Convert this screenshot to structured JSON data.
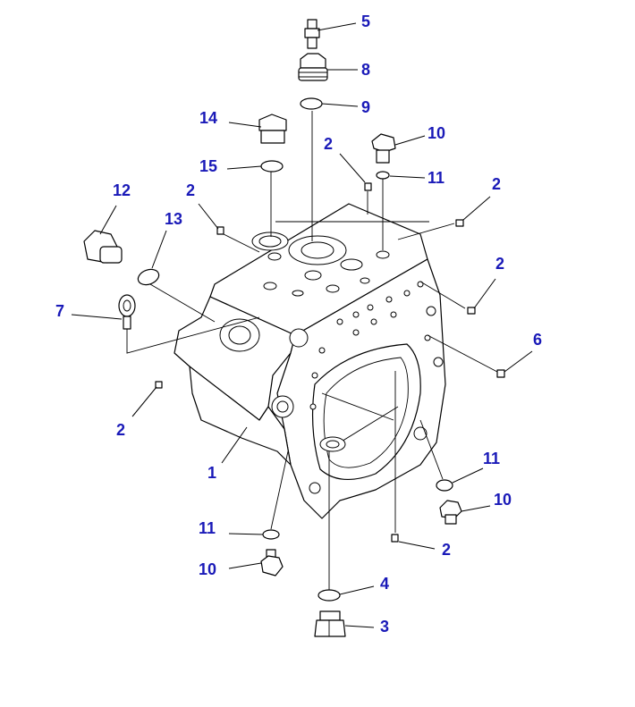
{
  "callouts": {
    "c5": "5",
    "c8": "8",
    "c9": "9",
    "c14": "14",
    "c10a": "10",
    "c2a": "2",
    "c15": "15",
    "c11a": "11",
    "c12": "12",
    "c2b": "2",
    "c2c": "2",
    "c13": "13",
    "c2d": "2",
    "c7": "7",
    "c6": "6",
    "c2e": "2",
    "c1": "1",
    "c11b": "11",
    "c10b": "10",
    "c11c": "11",
    "c2f": "2",
    "c10c": "10",
    "c4": "4",
    "c3": "3"
  },
  "colors": {
    "callout": "#1a1ab8",
    "line": "#000000",
    "background": "#ffffff"
  }
}
